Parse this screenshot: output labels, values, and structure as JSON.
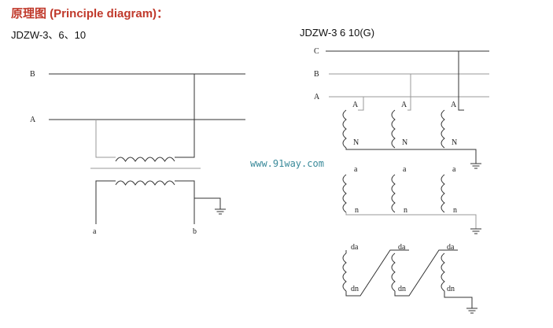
{
  "title": "原理图 (Principle diagram)：",
  "diagram_left": {
    "model": "JDZW-3、6、10",
    "phases": [
      "B",
      "A"
    ],
    "secondary": [
      "a",
      "b"
    ]
  },
  "diagram_right": {
    "model": "JDZW-3   6   10(G)",
    "phases": [
      "C",
      "B",
      "A"
    ],
    "primary": [
      "A",
      "N"
    ],
    "secondary": [
      "a",
      "n"
    ],
    "tertiary": [
      "da",
      "dn"
    ]
  },
  "watermark": "www.91way.com"
}
